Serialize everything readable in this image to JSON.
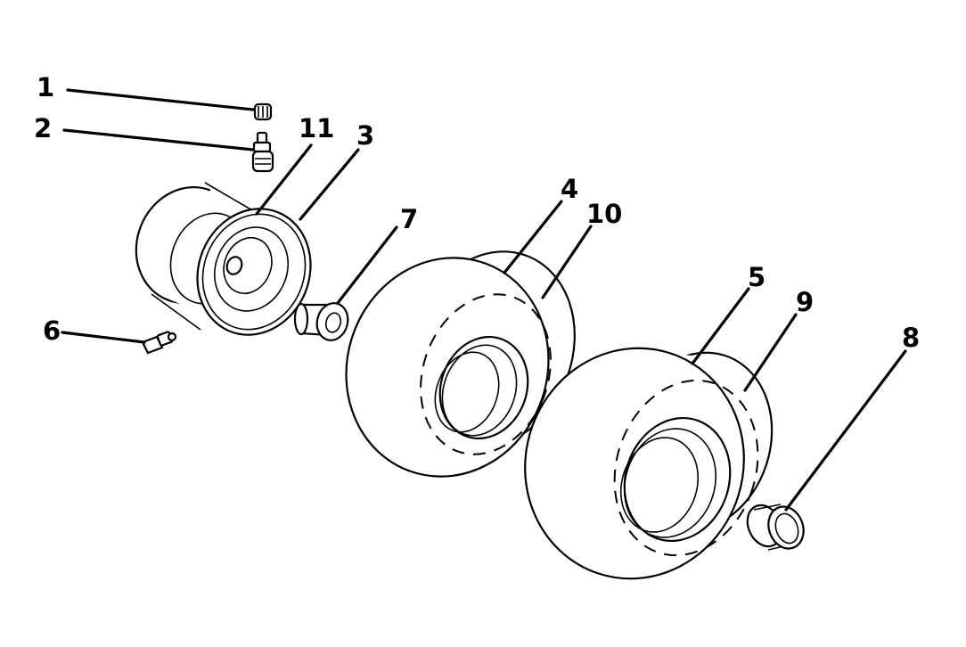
{
  "callouts": [
    {
      "id": "1",
      "label": "1",
      "part": "valve-cap"
    },
    {
      "id": "2",
      "label": "2",
      "part": "valve-stem"
    },
    {
      "id": "3",
      "label": "3",
      "part": "rim-half-outer"
    },
    {
      "id": "4",
      "label": "4",
      "part": "front-tire"
    },
    {
      "id": "5",
      "label": "5",
      "part": "rear-tire"
    },
    {
      "id": "6",
      "label": "6",
      "part": "grease-fitting"
    },
    {
      "id": "7",
      "label": "7",
      "part": "flange-bushing"
    },
    {
      "id": "8",
      "label": "8",
      "part": "hub-cap"
    },
    {
      "id": "9",
      "label": "9",
      "part": "rear-tire-tread"
    },
    {
      "id": "10",
      "label": "10",
      "part": "front-tire-tread"
    },
    {
      "id": "11",
      "label": "11",
      "part": "rim-half-inner"
    }
  ]
}
